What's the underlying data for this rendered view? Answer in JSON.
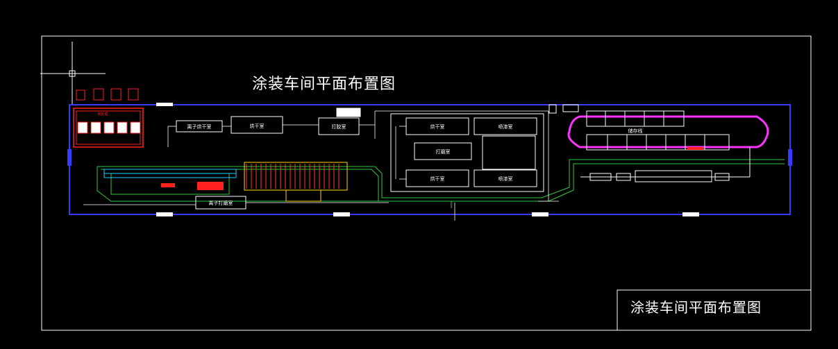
{
  "drawing": {
    "title": "涂装车间平面布置图",
    "title_block_text": "涂装车间平面布置图"
  },
  "rooms": {
    "ion_dry": "离子烘干室",
    "ion_sand": "离子打磨室",
    "drying_room_2": "烘干室",
    "dry_room_top": "烘干室",
    "dry_room_bottom": "烘干室",
    "sand_room": "打磨室",
    "spray_top": "喷漆室",
    "spray_bottom": "喷漆室",
    "glue_room": "打胶室",
    "storage_line": "储存线",
    "tank": "前处理"
  },
  "colors": {
    "wall": "#3a3aff",
    "frame": "#ffffff",
    "conveyor": "#2ecc40",
    "pretreat": "#ff2020",
    "storage": "#ff33ff",
    "yellow": "#ffd800"
  }
}
